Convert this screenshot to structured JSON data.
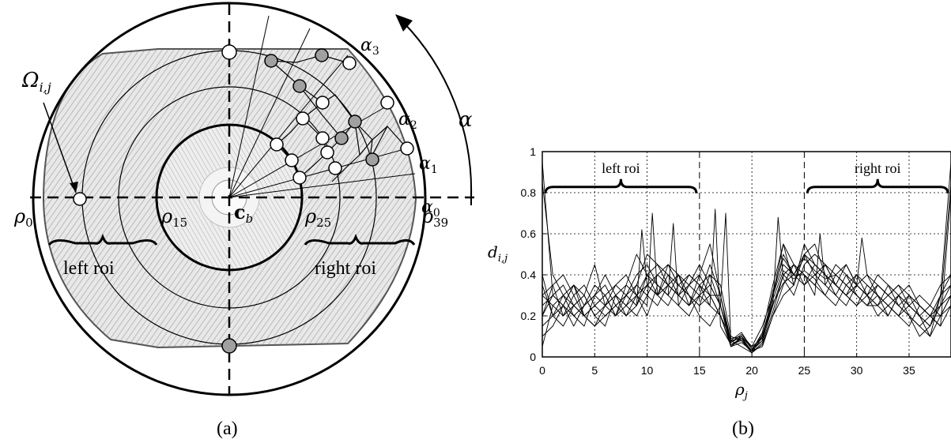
{
  "panel_a": {
    "caption": "(a)",
    "labels": {
      "omega": "Ω",
      "omega_sub": "i,j",
      "alpha": "α",
      "alpha_sub": [
        "0",
        "1",
        "2",
        "3"
      ],
      "rho": "ρ",
      "rho_subs": [
        "0",
        "15",
        "25",
        "39"
      ],
      "center": "c",
      "center_sub": "b",
      "left_roi": "left roi",
      "right_roi": "right roi"
    }
  },
  "panel_b": {
    "caption": "(b)",
    "axis_symbol_x": "ρ",
    "axis_symbol_x_sub": "j",
    "axis_symbol_y": "d",
    "axis_symbol_y_sub": "i,j",
    "left_roi": "left roi",
    "right_roi": "right roi"
  },
  "chart_data": {
    "type": "line",
    "title": "",
    "xlabel": "ρj",
    "ylabel": "di,j",
    "xlim": [
      0,
      39
    ],
    "ylim": [
      0,
      1
    ],
    "xticks": [
      0,
      5,
      10,
      15,
      20,
      25,
      30,
      35
    ],
    "yticks": [
      0,
      0.2,
      0.4,
      0.6,
      0.8,
      1
    ],
    "ytick_labels": [
      "0",
      "0.2",
      "0.4",
      "0.6",
      "0.8",
      "1"
    ],
    "grid": true,
    "grid_style": "dotted",
    "vlines_dashed": [
      15,
      25
    ],
    "annotations": [
      {
        "text": "left roi",
        "x_range": [
          0,
          15
        ],
        "y": 0.82
      },
      {
        "text": "right roi",
        "x_range": [
          25,
          39
        ],
        "y": 0.82
      }
    ],
    "series_color": "#000000",
    "series": [
      {
        "values": [
          0.95,
          0.3,
          0.25,
          0.35,
          0.2,
          0.15,
          0.25,
          0.3,
          0.2,
          0.25,
          0.35,
          0.4,
          0.45,
          0.35,
          0.3,
          0.2,
          0.15,
          0.25,
          0.08,
          0.05,
          0.02,
          0.1,
          0.25,
          0.4,
          0.35,
          0.55,
          0.45,
          0.4,
          0.35,
          0.3,
          0.25,
          0.3,
          0.35,
          0.3,
          0.25,
          0.2,
          0.15,
          0.1,
          0.3,
          0.95
        ]
      },
      {
        "values": [
          0.85,
          0.4,
          0.3,
          0.2,
          0.25,
          0.3,
          0.35,
          0.25,
          0.3,
          0.4,
          0.45,
          0.35,
          0.3,
          0.25,
          0.35,
          0.4,
          0.3,
          0.2,
          0.05,
          0.1,
          0.05,
          0.15,
          0.3,
          0.45,
          0.4,
          0.5,
          0.4,
          0.45,
          0.4,
          0.35,
          0.3,
          0.25,
          0.3,
          0.25,
          0.2,
          0.25,
          0.2,
          0.15,
          0.25,
          0.85
        ]
      },
      {
        "values": [
          0.4,
          0.2,
          0.15,
          0.25,
          0.3,
          0.2,
          0.15,
          0.3,
          0.35,
          0.3,
          0.25,
          0.3,
          0.35,
          0.4,
          0.3,
          0.25,
          0.4,
          0.35,
          0.1,
          0.08,
          0.03,
          0.05,
          0.2,
          0.35,
          0.45,
          0.4,
          0.35,
          0.3,
          0.4,
          0.45,
          0.35,
          0.3,
          0.25,
          0.2,
          0.3,
          0.35,
          0.25,
          0.2,
          0.15,
          0.8
        ]
      },
      {
        "values": [
          0.2,
          0.35,
          0.4,
          0.3,
          0.2,
          0.25,
          0.3,
          0.2,
          0.25,
          0.3,
          0.4,
          0.45,
          0.4,
          0.3,
          0.25,
          0.3,
          0.25,
          0.15,
          0.06,
          0.09,
          0.02,
          0.1,
          0.3,
          0.5,
          0.4,
          0.35,
          0.4,
          0.35,
          0.3,
          0.4,
          0.35,
          0.3,
          0.2,
          0.25,
          0.3,
          0.2,
          0.15,
          0.2,
          0.3,
          0.4
        ]
      },
      {
        "values": [
          0.3,
          0.25,
          0.2,
          0.3,
          0.35,
          0.25,
          0.2,
          0.25,
          0.3,
          0.35,
          0.3,
          0.25,
          0.35,
          0.3,
          0.35,
          0.45,
          0.35,
          0.25,
          0.08,
          0.12,
          0.04,
          0.08,
          0.25,
          0.38,
          0.3,
          0.45,
          0.5,
          0.45,
          0.35,
          0.3,
          0.4,
          0.35,
          0.3,
          0.25,
          0.2,
          0.15,
          0.25,
          0.2,
          0.2,
          0.3
        ]
      },
      {
        "values": [
          0.1,
          0.15,
          0.25,
          0.2,
          0.15,
          0.3,
          0.25,
          0.35,
          0.4,
          0.3,
          0.2,
          0.35,
          0.3,
          0.25,
          0.2,
          0.3,
          0.45,
          0.3,
          0.05,
          0.07,
          0.03,
          0.12,
          0.35,
          0.55,
          0.45,
          0.4,
          0.3,
          0.35,
          0.45,
          0.4,
          0.3,
          0.25,
          0.35,
          0.3,
          0.25,
          0.2,
          0.1,
          0.15,
          0.25,
          0.35
        ]
      },
      {
        "values": [
          0.25,
          0.3,
          0.35,
          0.25,
          0.2,
          0.15,
          0.2,
          0.25,
          0.2,
          0.3,
          0.35,
          0.3,
          0.25,
          0.35,
          0.4,
          0.35,
          0.3,
          0.2,
          0.09,
          0.1,
          0.02,
          0.06,
          0.2,
          0.3,
          0.35,
          0.5,
          0.55,
          0.4,
          0.3,
          0.25,
          0.35,
          0.4,
          0.35,
          0.3,
          0.35,
          0.3,
          0.2,
          0.1,
          0.2,
          0.25
        ]
      },
      {
        "values": [
          0.35,
          0.2,
          0.25,
          0.15,
          0.25,
          0.35,
          0.3,
          0.2,
          0.3,
          0.25,
          0.4,
          0.35,
          0.3,
          0.4,
          0.35,
          0.3,
          0.35,
          0.25,
          0.07,
          0.11,
          0.05,
          0.09,
          0.28,
          0.42,
          0.38,
          0.42,
          0.38,
          0.3,
          0.25,
          0.35,
          0.4,
          0.3,
          0.25,
          0.35,
          0.25,
          0.3,
          0.25,
          0.2,
          0.25,
          0.3
        ]
      },
      {
        "values": [
          0.05,
          0.25,
          0.3,
          0.35,
          0.3,
          0.2,
          0.25,
          0.3,
          0.25,
          0.2,
          0.3,
          0.4,
          0.35,
          0.3,
          0.25,
          0.35,
          0.25,
          0.2,
          0.06,
          0.08,
          0.02,
          0.07,
          0.22,
          0.4,
          0.45,
          0.35,
          0.45,
          0.4,
          0.35,
          0.3,
          0.25,
          0.35,
          0.3,
          0.2,
          0.3,
          0.25,
          0.3,
          0.25,
          0.35,
          0.4
        ]
      },
      {
        "values": [
          0.15,
          0.2,
          0.3,
          0.25,
          0.2,
          0.25,
          0.3,
          0.35,
          0.3,
          0.25,
          0.35,
          0.3,
          0.4,
          0.35,
          0.3,
          0.25,
          0.3,
          0.3,
          0.08,
          0.09,
          0.03,
          0.11,
          0.26,
          0.36,
          0.4,
          0.48,
          0.42,
          0.38,
          0.4,
          0.35,
          0.3,
          0.25,
          0.25,
          0.3,
          0.35,
          0.25,
          0.2,
          0.15,
          0.3,
          0.35
        ]
      },
      {
        "values": [
          0.3,
          0.35,
          0.2,
          0.25,
          0.3,
          0.45,
          0.25,
          0.2,
          0.35,
          0.5,
          0.4,
          0.3,
          0.45,
          0.4,
          0.25,
          0.4,
          0.55,
          0.3,
          0.07,
          0.1,
          0.04,
          0.1,
          0.3,
          0.55,
          0.35,
          0.5,
          0.45,
          0.4,
          0.35,
          0.45,
          0.35,
          0.3,
          0.4,
          0.35,
          0.3,
          0.25,
          0.2,
          0.25,
          0.2,
          0.3
        ]
      },
      {
        "values": [
          0.2,
          0.3,
          0.25,
          0.35,
          0.25,
          0.3,
          0.4,
          0.3,
          0.25,
          0.35,
          0.5,
          0.45,
          0.35,
          0.3,
          0.4,
          0.35,
          0.4,
          0.25,
          0.05,
          0.09,
          0.03,
          0.08,
          0.32,
          0.48,
          0.4,
          0.4,
          0.35,
          0.45,
          0.35,
          0.3,
          0.35,
          0.4,
          0.3,
          0.25,
          0.2,
          0.3,
          0.25,
          0.2,
          0.15,
          0.25
        ]
      }
    ],
    "peak_spikes": [
      {
        "series": 0,
        "x": 9,
        "y": 0.62
      },
      {
        "series": 1,
        "x": 12,
        "y": 0.65
      },
      {
        "series": 2,
        "x": 10,
        "y": 0.7
      },
      {
        "series": 3,
        "x": 16,
        "y": 0.72
      },
      {
        "series": 4,
        "x": 22,
        "y": 0.68
      },
      {
        "series": 5,
        "x": 26,
        "y": 0.6
      },
      {
        "series": 6,
        "x": 30,
        "y": 0.58
      },
      {
        "series": 7,
        "x": 17,
        "y": 0.7
      }
    ]
  }
}
